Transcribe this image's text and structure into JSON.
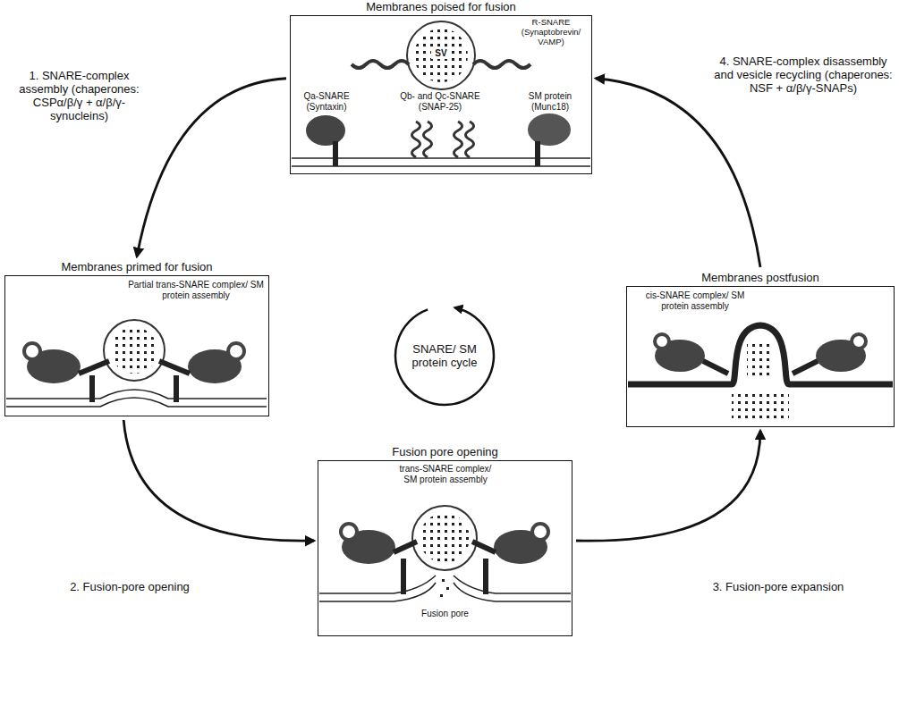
{
  "diagram": {
    "nodes": [
      {
        "text": [
          "Membranes poised for fusion"
        ]
      },
      {
        "text": [
          "Membranes primed for fusion"
        ]
      },
      {
        "text": [
          "SNARE/ SM protein cycle"
        ]
      },
      {
        "text": [
          "Membranes postfusion"
        ]
      },
      {
        "text": [
          "Fusion pore opening"
        ]
      }
    ],
    "edges": [
      {
        "from": 0,
        "to": 1,
        "arrow": "to",
        "label": "1. SNARE-complex assembly (chaperones: CSPα/β/γ + α/β/γ-synucleins)"
      },
      {
        "from": 1,
        "to": 4,
        "arrow": "to",
        "label": "2. Fusion-pore opening"
      },
      {
        "from": 4,
        "to": 3,
        "arrow": "to",
        "label": "3. Fusion-pore expansion"
      },
      {
        "from": 3,
        "to": 0,
        "arrow": "to",
        "label": "4. SNARE-complex disassembly and vesicle recycling (chaperones: NSF + α/β/γ-SNAPs)"
      }
    ],
    "labels": [
      "R-SNARE (Synaptobrevin/ VAMP)",
      "SV",
      "Qa-SNARE (Syntaxin)",
      "Qb- and Qc-SNARE (SNAP-25)",
      "SM protein (Munc18)",
      "Partial trans-SNARE complex/ SM protein assembly",
      "trans-SNARE complex/ SM protein assembly",
      "Fusion pore",
      "cis-SNARE complex/ SM protein assembly"
    ]
  }
}
